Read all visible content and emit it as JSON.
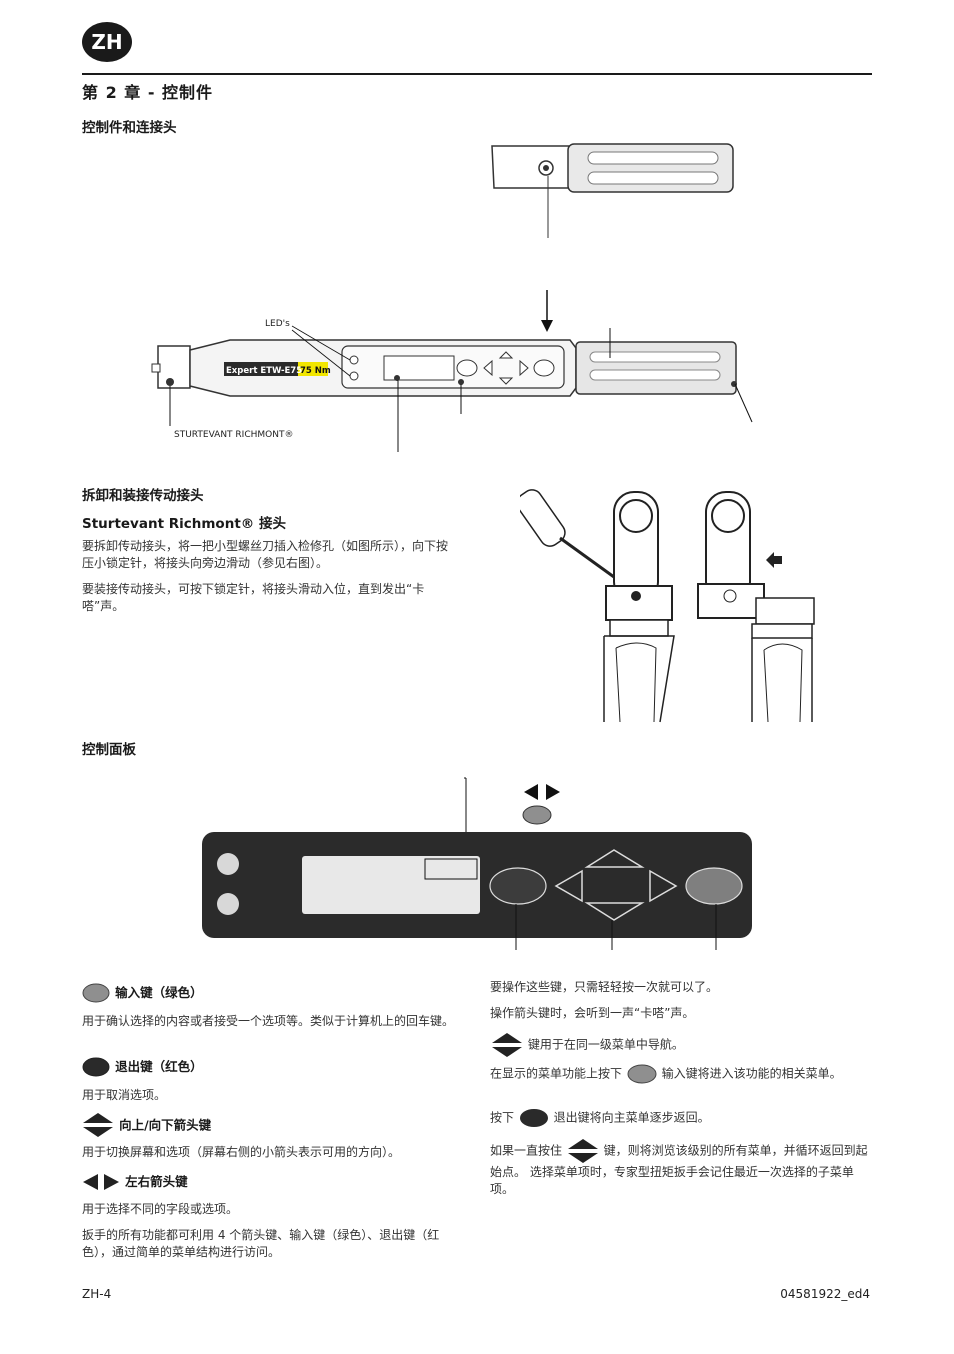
{
  "header": {
    "badge": "ZH",
    "chapter_title": "第 2 章 - 控制件"
  },
  "section_controls": {
    "title": "控制件和连接头"
  },
  "wrench": {
    "led_label": "LED's",
    "model_label": "Expert ETW-E75",
    "capacity_label": "75 Nm",
    "brand_label": "STURTEVANT RICHMONT®"
  },
  "section_remove": {
    "title": "拆卸和装接传动接头",
    "subtitle": "Sturtevant Richmont® 接头",
    "para1": "要拆卸传动接头，将一把小型螺丝刀插入检修孔（如图所示），向下按压小锁定针，将接头向旁边滑动（参见右图）。",
    "para2": "要装接传动接头，可按下锁定针，将接头滑动入位，直到发出“卡嗒”声。"
  },
  "section_panel": {
    "title": "控制面板"
  },
  "left_col": {
    "enter_title": "输入键（绿色）",
    "enter_desc": "用于确认选择的内容或者接受一个选项等。类似于计算机上的回车键。",
    "exit_title": "退出键（红色）",
    "exit_desc": "用于取消选项。",
    "updown_title": "向上/向下箭头键",
    "updown_desc": "用于切换屏幕和选项（屏幕右侧的小箭头表示可用的方向）。",
    "leftright_title": "左右箭头键",
    "leftright_desc": "用于选择不同的字段或选项。",
    "all_functions": "扳手的所有功能都可利用 4 个箭头键、输入键（绿色）、退出键（红色），通过简单的菜单结构进行访问。"
  },
  "right_col": {
    "p1": "要操作这些键，只需轻轻按一次就可以了。",
    "p2": "操作箭头键时，会听到一声“卡嗒”声。",
    "p3": "键用于在同一级菜单中导航。",
    "p4a": "在显示的菜单功能上按下",
    "p4b": "输入键将进入该功能的相关菜单。",
    "p5a": "按下",
    "p5b": "退出键将向主菜单逐步返回。",
    "p6a": "如果一直按住",
    "p6b": "键，则将浏览该级别的所有菜单，并循环返回到起始点。 选择菜单项时，专家型扭矩扳手会记住最近一次选择的子菜单项。"
  },
  "footer": {
    "page": "ZH-4",
    "doc_id": "04581922_ed4"
  },
  "colors": {
    "panel": "#2b2b2b",
    "enter_key": "#8f8f8f",
    "exit_key": "#4a4a4a",
    "label_yellow": "#f2e600"
  }
}
